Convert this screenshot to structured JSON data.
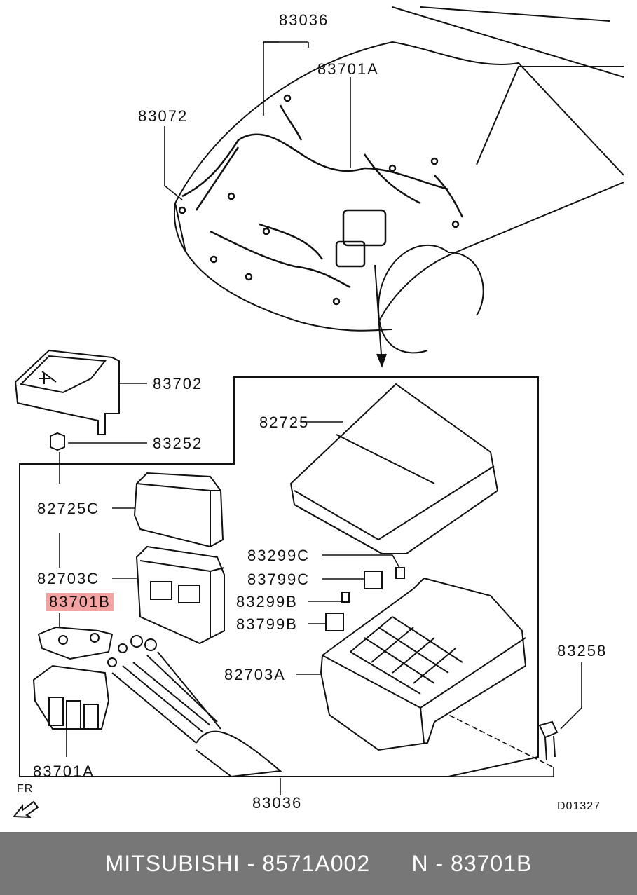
{
  "labels": {
    "top_harness": "83036",
    "top_relay_box": "83701A",
    "harness_left": "83072",
    "battery_cover": "83702",
    "nut": "83252",
    "main_cover": "82725",
    "small_cover": "82725C",
    "small_box": "82703C",
    "highlight_part": "83701B",
    "relay_c1": "83299C",
    "relay_c2": "83799C",
    "relay_b1": "83299B",
    "relay_b2": "83799B",
    "main_box": "82703A",
    "bolt": "83258",
    "bottom_relay": "83701A",
    "bottom_harness": "83036",
    "front_marker": "FR",
    "figure_code": "D01327"
  },
  "highlight_color": "#f4a3a3",
  "footer": {
    "text": "MITSUBISHI - 8571A002      N - 83701B",
    "background": "#777777"
  }
}
